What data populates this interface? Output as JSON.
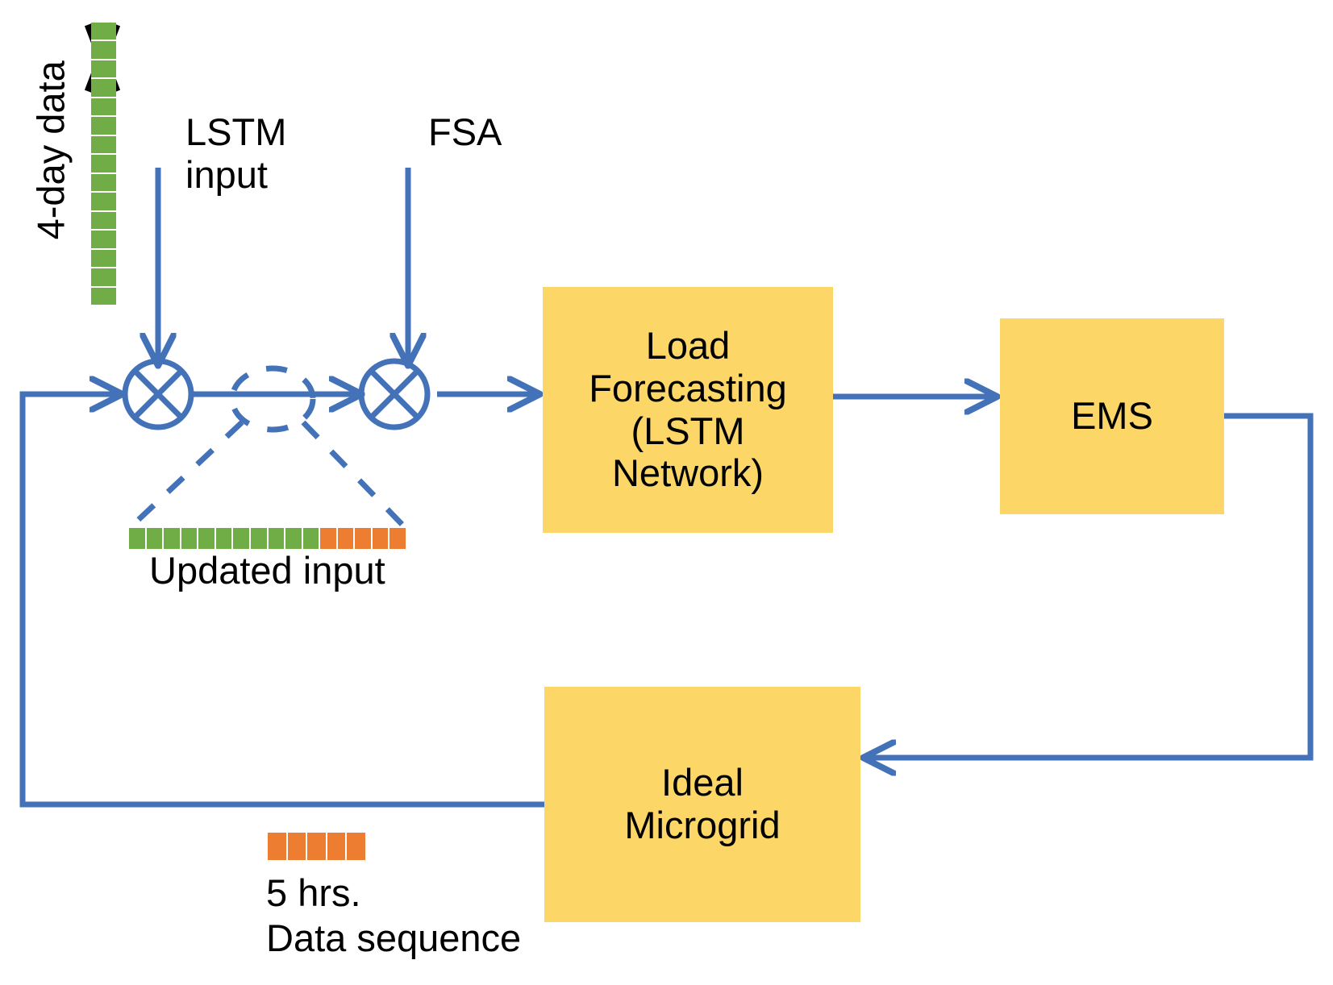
{
  "diagram": {
    "title": "LSTM load forecasting microgrid feedback loop",
    "colors": {
      "green": "#70AD47",
      "orange": "#ED7D31",
      "yellow": "#FCD667",
      "blue": "#4472B8",
      "black": "#000000",
      "white": "#FFFFFF"
    },
    "boxes": [
      {
        "id": "load-forecasting",
        "label": "Load\nForecasting\n(LSTM\nNetwork)"
      },
      {
        "id": "ems",
        "label": "EMS"
      },
      {
        "id": "ideal-microgrid",
        "label": "Ideal\nMicrogrid"
      }
    ],
    "labels": {
      "four_day_data": "4-day data",
      "lstm_input": "LSTM\ninput",
      "fsa": "FSA",
      "updated_input": "Updated input",
      "five_hrs": "5 hrs.",
      "data_sequence": "Data sequence"
    },
    "bars": {
      "four_day_data": {
        "orientation": "vertical",
        "segments": 15,
        "color": "green",
        "crossed_out_segments": 3,
        "cross_mark": "x-mark"
      },
      "updated_input": {
        "orientation": "horizontal",
        "green_segments": 11,
        "orange_segments": 5,
        "total_segments": 16
      },
      "five_hrs_legend": {
        "orientation": "horizontal",
        "segments": 5,
        "color": "orange"
      }
    },
    "operators": [
      {
        "id": "mixer-1",
        "symbol": "crossed-circle"
      },
      {
        "id": "mixer-2",
        "symbol": "crossed-circle"
      }
    ],
    "connections": [
      {
        "from": "feedback-loop",
        "to": "mixer-1",
        "style": "solid"
      },
      {
        "from": "lstm-input",
        "to": "mixer-1",
        "style": "solid"
      },
      {
        "from": "mixer-1",
        "to": "mixer-2",
        "style": "solid"
      },
      {
        "from": "fsa",
        "to": "mixer-2",
        "style": "solid"
      },
      {
        "from": "mixer-2",
        "to": "load-forecasting",
        "style": "solid"
      },
      {
        "from": "load-forecasting",
        "to": "ems",
        "style": "solid"
      },
      {
        "from": "ems",
        "to": "ideal-microgrid",
        "style": "solid"
      },
      {
        "from": "ideal-microgrid",
        "to": "feedback-loop",
        "style": "solid"
      },
      {
        "from": "mixer-link-callout",
        "to": "updated-input-bar",
        "style": "dashed"
      }
    ]
  }
}
